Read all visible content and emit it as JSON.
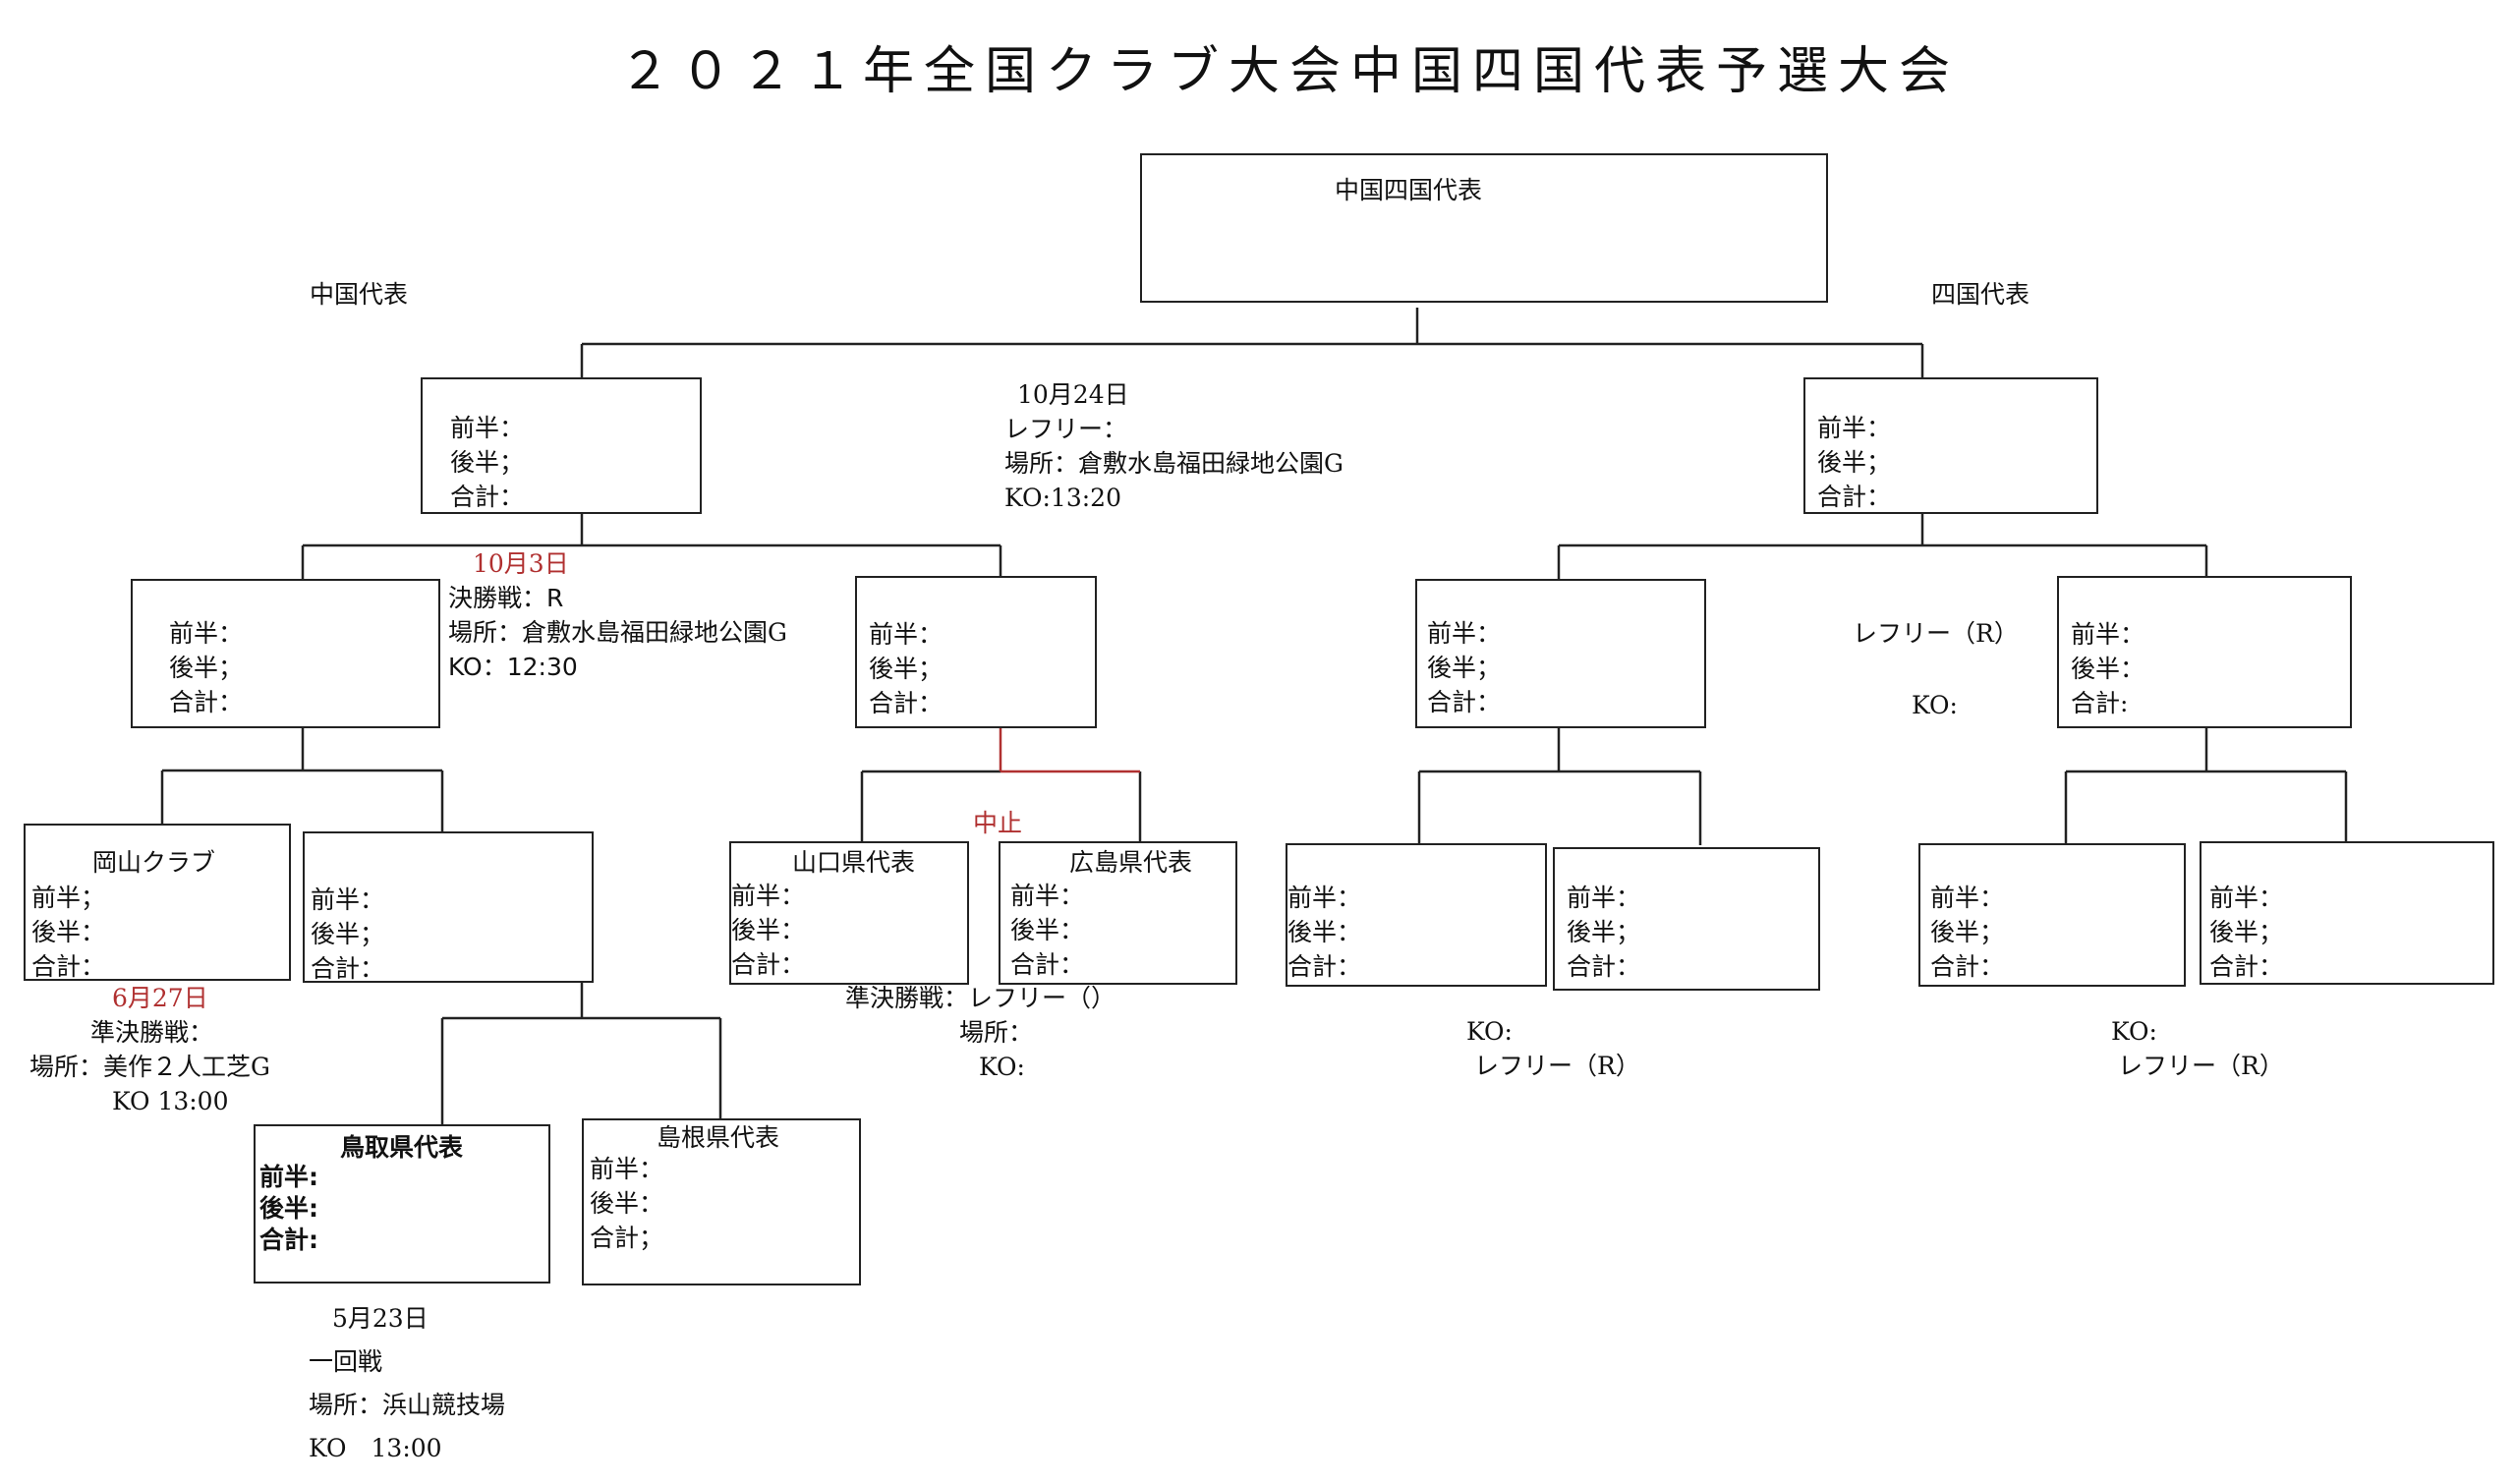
{
  "title": "２０２１年全国クラブ大会中国四国代表予選大会",
  "side_labels": {
    "chugoku": "中国代表",
    "shikoku": "四国代表"
  },
  "final_box": {
    "label": "中国四国代表"
  },
  "labels": {
    "first_half_colon": "前半：",
    "first_half_semi": "前半；",
    "second_half_semi": "後半；",
    "second_half_colon": "後半：",
    "total_colon": "合計：",
    "total_semi": "合計；",
    "first_half_short": "前半:",
    "second_half_short": "後半:",
    "total_short": "合計:",
    "total_plain": "合計:"
  },
  "teams": {
    "okayama": "岡山クラブ",
    "tottori": "鳥取県代表",
    "shimane": "島根県代表",
    "yamaguchi": "山口県代表",
    "hiroshima": "広島県代表"
  },
  "final_info": {
    "date": "10月24日",
    "referee": "レフリー：",
    "venue": "場所：倉敷水島福田緑地公園G",
    "kickoff": "KO:13:20"
  },
  "chugoku_final_info": {
    "date": "10月3日",
    "round": "決勝戦：R",
    "venue": "場所：倉敷水島福田緑地公園G",
    "kickoff": "KO：12:30"
  },
  "semi_okayama_info": {
    "date": "6月27日",
    "round": "準決勝戦：",
    "venue": "場所：美作２人工芝G",
    "kickoff": "KO 13:00"
  },
  "semi_yamahiro_info": {
    "cancelled": "中止",
    "round": "準決勝戦：レフリー（）",
    "venue": "場所：",
    "kickoff": "KO:"
  },
  "first_round_info": {
    "date": "5月23日",
    "round": "一回戦",
    "venue": "場所：浜山競技場",
    "kickoff": "KO　13:00"
  },
  "shikoku_semi_left": {
    "kickoff": "KO:",
    "referee": "レフリー（R）"
  },
  "shikoku_semi_right": {
    "kickoff": "KO:",
    "referee": "レフリー（R）"
  },
  "shikoku_final": {
    "referee": "レフリー（R）",
    "kickoff": "KO:"
  },
  "colors": {
    "line": "#222222",
    "accent": "#b03030"
  }
}
